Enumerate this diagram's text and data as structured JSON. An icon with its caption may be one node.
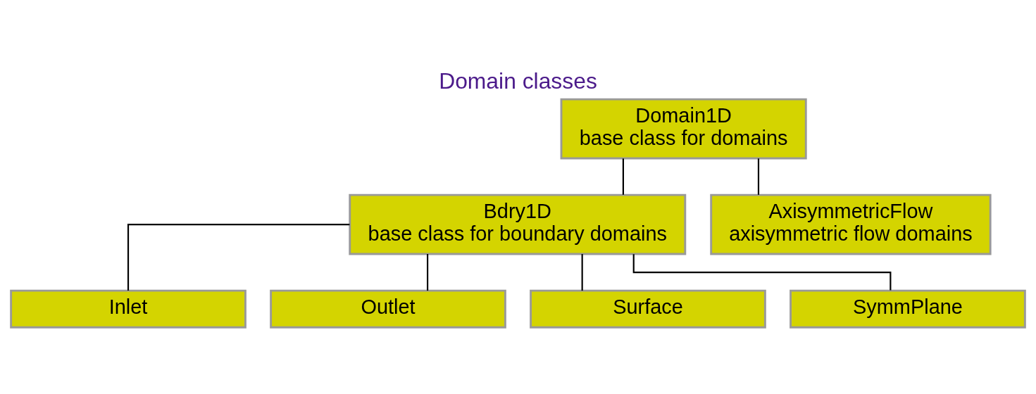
{
  "diagram": {
    "title": "Domain classes",
    "nodes": [
      {
        "text": [
          "Domain1D",
          "base class for domains"
        ]
      },
      {
        "text": [
          "Bdry1D",
          "base class for boundary domains"
        ]
      },
      {
        "text": [
          "AxisymmetricFlow",
          "axisymmetric flow domains"
        ]
      },
      {
        "text": [
          "Inlet"
        ]
      },
      {
        "text": [
          "Outlet"
        ]
      },
      {
        "text": [
          "Surface"
        ]
      },
      {
        "text": [
          "SymmPlane"
        ]
      }
    ],
    "edges": [
      {
        "from": 0,
        "to": 1,
        "arrow": "none"
      },
      {
        "from": 0,
        "to": 2,
        "arrow": "none"
      },
      {
        "from": 1,
        "to": 3,
        "arrow": "none"
      },
      {
        "from": 1,
        "to": 4,
        "arrow": "none"
      },
      {
        "from": 1,
        "to": 5,
        "arrow": "none"
      },
      {
        "from": 1,
        "to": 6,
        "arrow": "none"
      }
    ]
  }
}
